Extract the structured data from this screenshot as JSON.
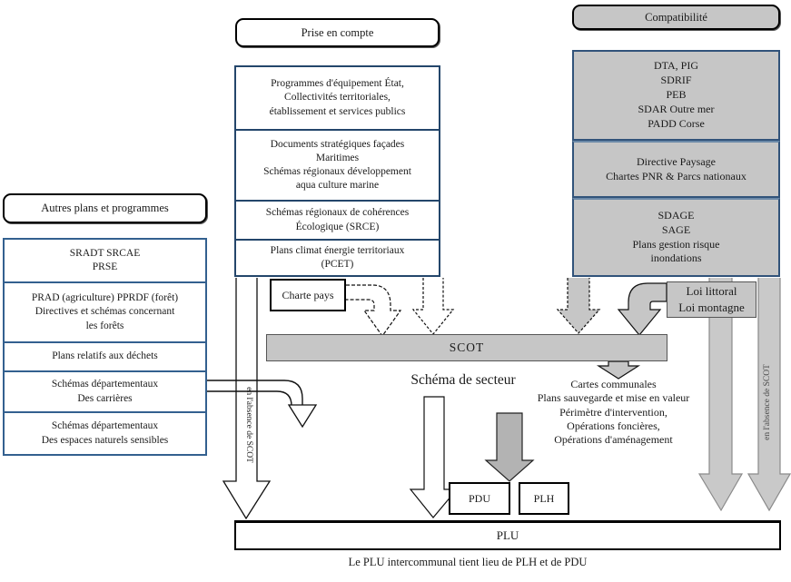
{
  "headers": {
    "prise_en_compte": "Prise en compte",
    "compatibilite": "Compatibilité",
    "autres_plans": "Autres plans et programmes"
  },
  "left_column": {
    "boxes": [
      "SRADT SRCAE\nPRSE",
      "PRAD (agriculture) PPRDF (forêt)\nDirectives et schémas concernant\nles forêts",
      "Plans relatifs aux déchets",
      "Schémas départementaux\nDes carrières",
      "Schémas départementaux\nDes espaces naturels sensibles"
    ]
  },
  "middle_column": {
    "boxes": [
      "Programmes d'équipement État,\nCollectivités territoriales,\nétablissement et services publics",
      "Documents stratégiques façades\nMaritimes\nSchémas régionaux développement\naqua culture marine",
      "Schémas régionaux de cohérences\nÉcologique (SRCE)",
      "Plans climat énergie territoriaux\n(PCET)"
    ]
  },
  "right_column": {
    "boxes": [
      "DTA, PIG\nSDRIF\nPEB\nSDAR Outre mer\nPADD Corse",
      "Directive Paysage\nChartes PNR & Parcs nationaux",
      "SDAGE\nSAGE\nPlans gestion risque\ninondations"
    ]
  },
  "nodes": {
    "charte_pays": "Charte pays",
    "loi": "Loi littoral\nLoi montagne",
    "scot": "SCOT",
    "schema_secteur": "Schéma de secteur",
    "cartes_bloc": "Cartes communales\nPlans sauvegarde et mise en valeur\nPérimètre d'intervention,\nOpérations foncières,\nOpérations d'aménagement",
    "pdu": "PDU",
    "plh": "PLH",
    "plu": "PLU"
  },
  "annotations": {
    "absence_scot_left": "en l'absence de SCOT",
    "absence_scot_right": "en l'absence de SCOT",
    "caption": "Le PLU intercommunal tient lieu de PLH et de PDU"
  },
  "colors": {
    "gray_fill": "#c6c6c6",
    "border_blue": "#2a4f7f",
    "border_black": "#000000"
  }
}
